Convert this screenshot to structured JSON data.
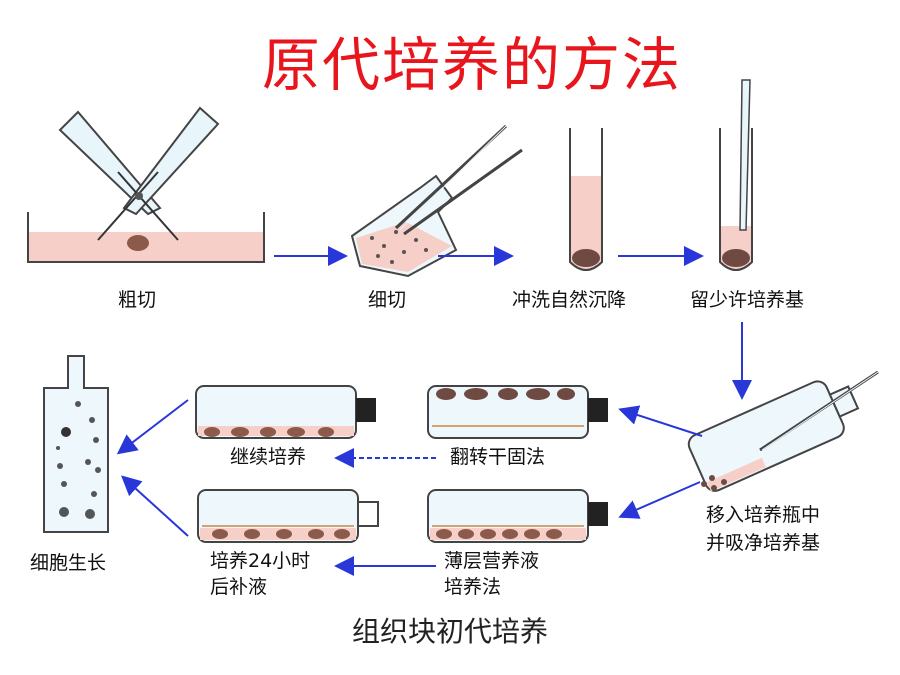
{
  "title": "原代培养的方法",
  "steps": {
    "coarse_cut": "粗切",
    "fine_cut": "细切",
    "wash_settle": "冲洗自然沉降",
    "leave_medium": "留少许培养基",
    "transfer_absorb_line1": "移入培养瓶中",
    "transfer_absorb_line2": "并吸净培养基",
    "flip_fix": "翻转干固法",
    "continue_culture": "继续培养",
    "thin_layer_line1": "薄层营养液",
    "thin_layer_line2": "培养法",
    "replenish_line1": "培养24小时",
    "replenish_line2": "后补液",
    "cell_growth": "细胞生长"
  },
  "caption": "组织块初代培养",
  "colors": {
    "title": "#e8161c",
    "arrow": "#2a37d8",
    "medium": "#f6cfc8",
    "tissue": "#8b5a4a",
    "glass_fill": "#eef7fb",
    "glass_stroke": "#444444"
  }
}
